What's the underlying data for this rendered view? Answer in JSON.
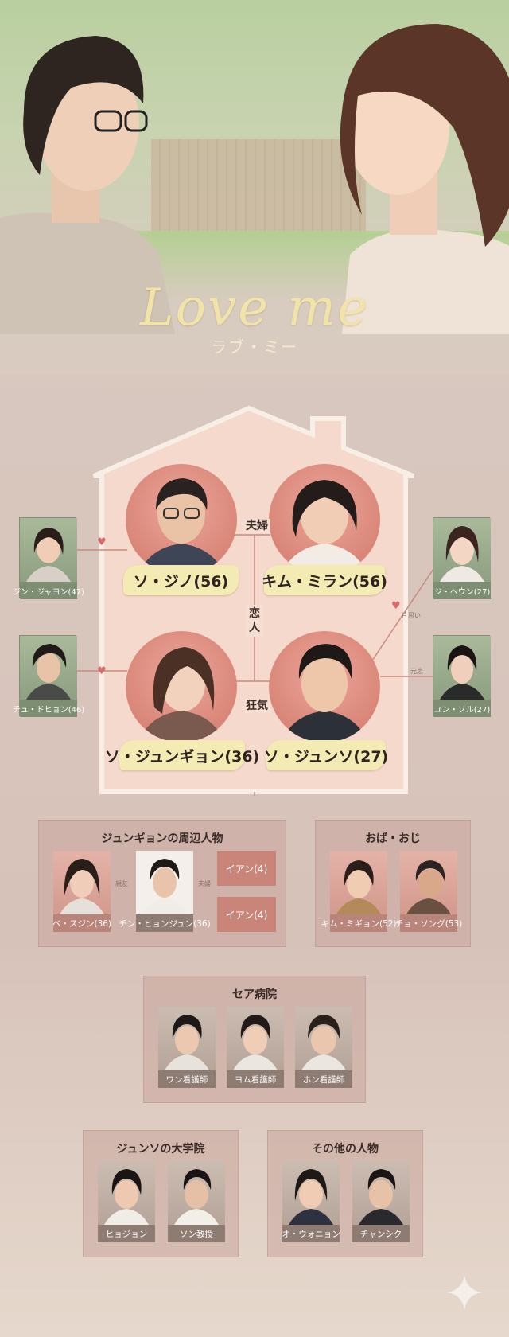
{
  "title": "Love me",
  "subtitle": "ラブ・ミー",
  "main": {
    "so_jino": "ソ・ジノ(56)",
    "kim_miran": "キム・ミラン(56)",
    "so_junkyon": "ソ・ジュンギョン(36)",
    "so_junso": "ソ・ジュンソ(27)"
  },
  "relations": {
    "couple": "夫婦",
    "lover": "恋人",
    "crazy": "狂気",
    "ji_heun_rel": "片思い",
    "yun_sol_rel": "元恋"
  },
  "side": {
    "jin_jayon": "ジン・ジャヨン(47)",
    "chu_dohyon": "チュ・ドヒョン(46)",
    "ji_heun": "ジ・ヘウン(27)",
    "yun_sol": "ユン・ソル(27)"
  },
  "groups": {
    "junkyon": {
      "title": "ジュンギョンの周辺人物",
      "be_sujin": "ベ・スジン(36)",
      "chin_hyonjun": "チン・ヒョンジュン(36)",
      "rel_friend": "親友",
      "rel_couple": "夫婦",
      "child1": "イアン(4)",
      "child2": "イアン(4)"
    },
    "aunt_uncle": {
      "title": "おば・おじ",
      "kim_mijon": "キム・ミギョン(52)",
      "cho_yonggu": "チョ・ソング(53)"
    },
    "hospital": {
      "title": "セア病院",
      "wan": "ワン看護師",
      "yom": "ヨム看護師",
      "hon": "ホン看護師"
    },
    "grad_school": {
      "title": "ジュンソの大学院",
      "hyojon": "ヒョジョン",
      "son": "ソン教授"
    },
    "others": {
      "title": "その他の人物",
      "o_wonyon": "オ・ウォニョン",
      "chansik": "チャンシク"
    }
  },
  "colors": {
    "banner": "#f3eab4",
    "portrait": "#e09585",
    "side_card": "#8f9f85",
    "group_bg": "#d4b5ab"
  }
}
